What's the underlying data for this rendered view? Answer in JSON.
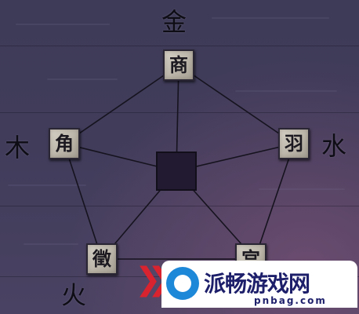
{
  "puzzle": {
    "tiles": {
      "top": "商",
      "left": "角",
      "right": "羽",
      "bottom_left": "徵",
      "bottom_right": "宫"
    },
    "elements": {
      "top": "金",
      "left": "木",
      "right": "水",
      "bottom_left": "火"
    }
  },
  "watermark": {
    "title": "派畅游戏网",
    "domain": "pnbag.com"
  }
}
